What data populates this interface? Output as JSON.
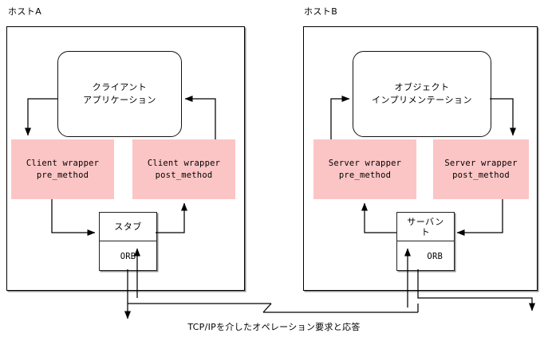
{
  "diagram": {
    "title_hidden": "",
    "hosts": [
      {
        "key": "host_a",
        "label": "ホストA",
        "app": {
          "line1": "クライアント",
          "line2": "アプリケーション"
        },
        "wrappers": [
          {
            "key": "pre",
            "line1": "Client wrapper",
            "line2": "pre_method"
          },
          {
            "key": "post",
            "line1": "Client wrapper",
            "line2": "post_method"
          }
        ],
        "unit": {
          "top": "スタブ",
          "top_line2": "",
          "bottom": "ORB"
        }
      },
      {
        "key": "host_b",
        "label": "ホストB",
        "app": {
          "line1": "オブジェクト",
          "line2": "インプリメンテーション"
        },
        "wrappers": [
          {
            "key": "pre",
            "line1": "Server wrapper",
            "line2": "pre_method"
          },
          {
            "key": "post",
            "line1": "Server wrapper",
            "line2": "post_method"
          }
        ],
        "unit": {
          "top": "サーバン",
          "top_line2": "ト",
          "bottom": "ORB"
        }
      }
    ],
    "network_caption": "TCP/IPを介したオペレーション要求と応答",
    "colors": {
      "wrapper_fill": "#FCC5C5",
      "line": "#000000",
      "shadow": "#8d8d8d",
      "background": "#ffffff"
    }
  }
}
